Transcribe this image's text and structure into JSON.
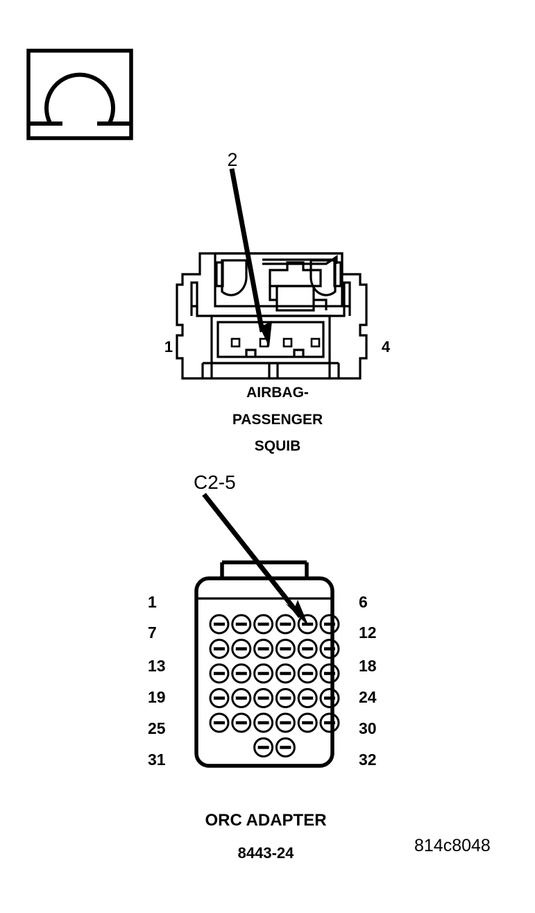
{
  "document": {
    "type": "automotive-connector-diagram",
    "figure_id": "814c8048"
  },
  "symbol_box": {
    "name": "ohm-symbol",
    "glyph": "Ω",
    "description": "Omega resistance measurement symbol in box"
  },
  "connectors": [
    {
      "id": "airbag-passenger-squib",
      "callout": "2",
      "name_lines": [
        "AIRBAG-",
        "PASSENGER",
        "SQUIB"
      ],
      "left_pin": "1",
      "right_pin": "4",
      "cavity_count": 4,
      "highlighted_cavity": 2
    },
    {
      "id": "orc-adapter",
      "callout": "C2-5",
      "name": "ORC ADAPTER",
      "part_number": "8443-24",
      "left_pins": [
        "1",
        "7",
        "13",
        "19",
        "25",
        "31"
      ],
      "right_pins": [
        "6",
        "12",
        "18",
        "24",
        "30",
        "32"
      ],
      "terminal_count": 32,
      "rows": [
        6,
        6,
        6,
        6,
        6,
        2
      ],
      "highlighted_terminal": 5
    }
  ],
  "colors": {
    "stroke": "#000000",
    "background": "#ffffff"
  }
}
